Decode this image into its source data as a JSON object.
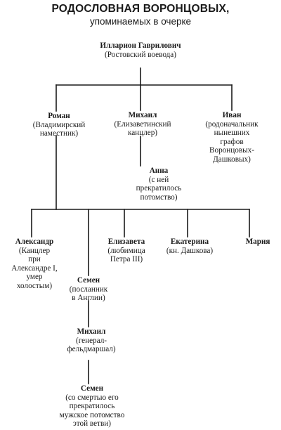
{
  "title": "РОДОСЛОВНАЯ ВОРОНЦОВЫХ,",
  "subtitle": "упоминаемых в очерке",
  "nodes": {
    "illarion": {
      "name": "Илларион Гаврилович",
      "desc": [
        "(Ростовский воевода)"
      ]
    },
    "roman": {
      "name": "Роман",
      "desc": [
        "(Владимирский",
        "наместник)"
      ]
    },
    "mikhail1": {
      "name": "Михаил",
      "desc": [
        "(Елизаветинский",
        "канцлер)"
      ]
    },
    "ivan": {
      "name": "Иван",
      "desc": [
        "(родоначальник",
        "нынешних",
        "графов",
        "Воронцовых-",
        "Дашковых)"
      ]
    },
    "anna": {
      "name": "Анна",
      "desc": [
        "(с ней",
        "прекратилось",
        "потомство)"
      ]
    },
    "alexandr": {
      "name": "Александр",
      "desc": [
        "(Канцлер",
        "при",
        "Александре I,",
        "умер",
        "холостым)"
      ]
    },
    "elizaveta": {
      "name": "Елизавета",
      "desc": [
        "(любимица",
        "Петра III)"
      ]
    },
    "ekaterina": {
      "name": "Екатерина",
      "desc": [
        "(кн. Дашкова)"
      ]
    },
    "maria": {
      "name": "Мария",
      "desc": []
    },
    "semen1": {
      "name": "Семен",
      "desc": [
        "(посланник",
        "в Англии)"
      ]
    },
    "mikhail2": {
      "name": "Михаил",
      "desc": [
        "(генерал-",
        "фельдмаршал)"
      ]
    },
    "semen2": {
      "name": "Семен",
      "desc": [
        "(со смертью его",
        "прекратилось",
        "мужское потомство",
        "этой ветви)"
      ]
    }
  }
}
